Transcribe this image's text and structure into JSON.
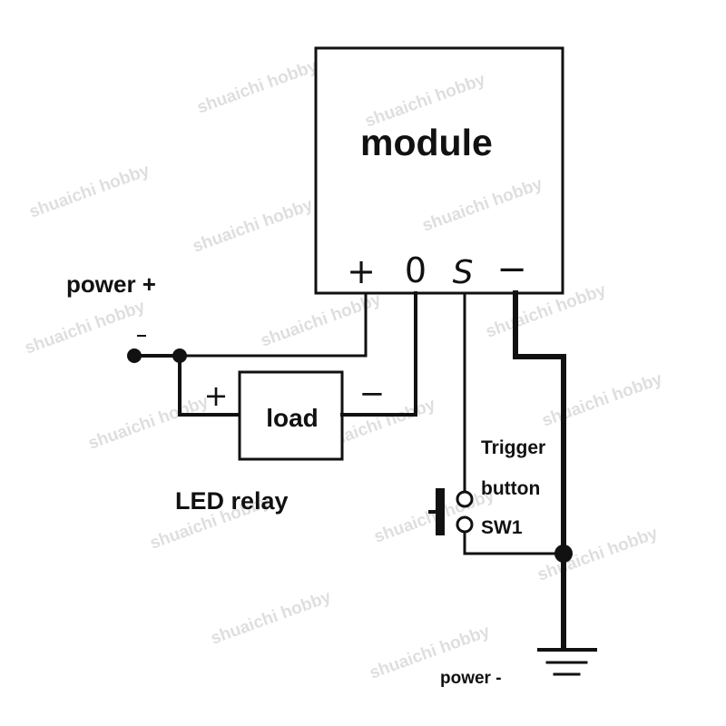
{
  "module": {
    "title": "module"
  },
  "terminals": {
    "plus": "+",
    "zero": "0",
    "signal": "S",
    "minus": "−"
  },
  "labels": {
    "power_plus": "power +",
    "power_minus": "power -",
    "led_relay": "LED relay",
    "load": "load",
    "load_plus": "+",
    "load_minus": "−",
    "trigger_line1": "Trigger",
    "trigger_line2": "button",
    "trigger_line3": "SW1"
  },
  "watermark": "shuaichi hobby",
  "colors": {
    "line": "#111111",
    "background": "#ffffff"
  }
}
